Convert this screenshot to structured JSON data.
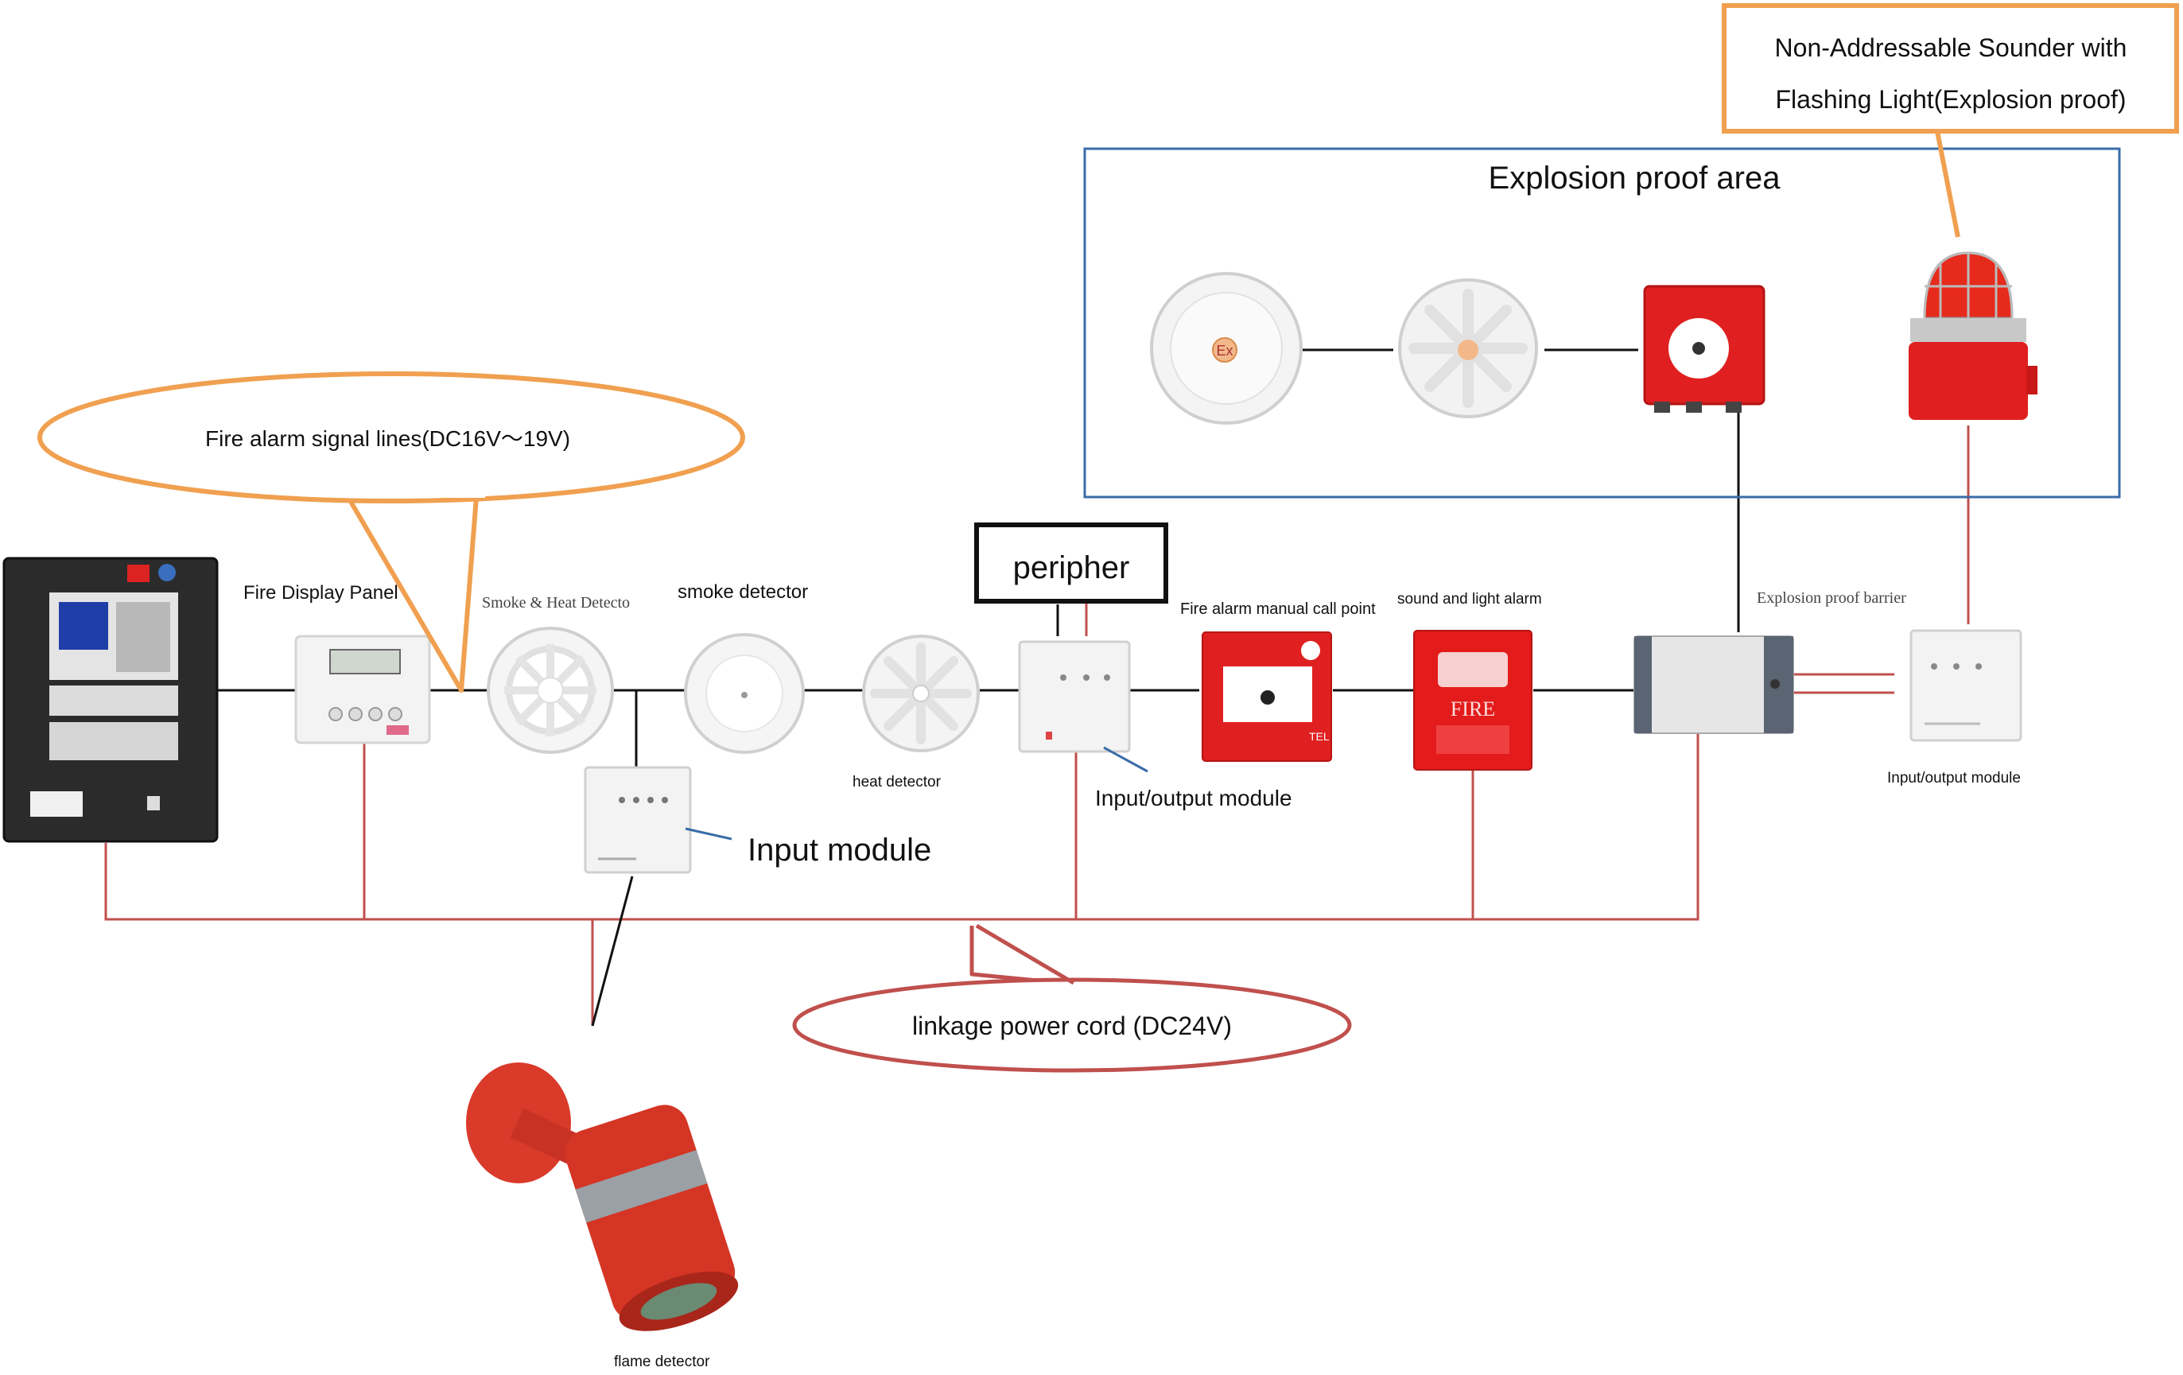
{
  "callouts": {
    "sounder": "Non-Addressable Sounder with Flashing Light(Explosion proof)",
    "sounder_line1": "Non-Addressable Sounder with",
    "sounder_line2": "Flashing Light(Explosion proof)",
    "signal_lines": "Fire alarm signal lines(DC16V～19V)",
    "power_cord": "linkage power cord (DC24V)",
    "peripher": "peripher"
  },
  "area": {
    "title": "Explosion proof area"
  },
  "labels": {
    "fire_display_panel": "Fire Display Panel",
    "smoke_heat": "Smoke & Heat Detecto",
    "smoke_detector": "smoke detector",
    "heat_detector": "heat detector",
    "input_module": "Input module",
    "io_module_1": "Input/output module",
    "manual_call_point": "Fire alarm manual call point",
    "sound_light_alarm": "sound and light alarm",
    "ex_barrier": "Explosion proof barrier",
    "io_module_2": "Input/output module",
    "flame_detector": "flame detector"
  },
  "device_text": {
    "fire_sign": "FIRE",
    "ex_mark": "Ex",
    "tel": "TEL"
  },
  "colors": {
    "signal_line": "#111111",
    "power_line": "#c0504d",
    "orange_callout": "#f0a050",
    "area_border": "#3a6da8",
    "device_red": "#e02020"
  }
}
